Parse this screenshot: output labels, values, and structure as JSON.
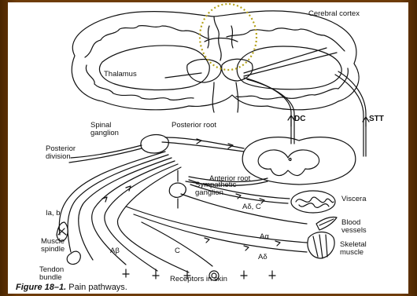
{
  "labels": {
    "cerebral_cortex": "Cerebral cortex",
    "thalamus": "Thalamus",
    "dc": "DC",
    "stt": "STT",
    "spinal_ganglion": "Spinal ganglion",
    "posterior_root": "Posterior root",
    "posterior_division": "Posterior division",
    "anterior_root": "Anterior root",
    "sympathetic_ganglion": "Sympathetic ganglion",
    "viscera": "Viscera",
    "a_delta_c": "Aδ, C",
    "ia_b": "Ia, b",
    "blood_vessels": "Blood vessels",
    "muscle_spindle": "Muscle spindle",
    "a_alpha": "Aα",
    "a_beta": "Aβ",
    "c_fiber": "C",
    "a_delta": "Aδ",
    "skeletal_muscle": "Skeletal muscle",
    "tendon_bundle": "Tendon bundle",
    "receptors_in_skin": "Receptors in skin"
  },
  "caption": {
    "figure_number": "Figure 18–1.",
    "text": "Pain pathways."
  },
  "colors": {
    "frame": "#6e3c08",
    "highlight_ellipse": "#b5a21a",
    "ink": "#111111"
  }
}
